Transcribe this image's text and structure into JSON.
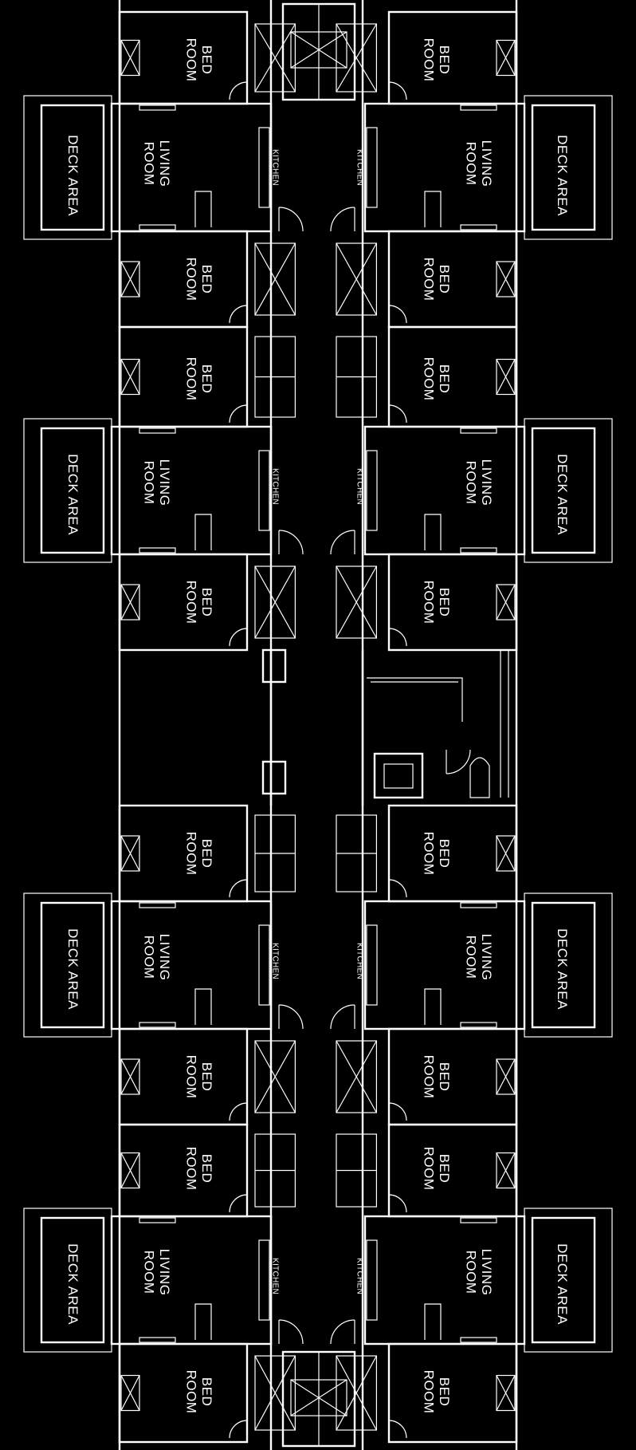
{
  "labels": {
    "bed_room_line1": "BED",
    "bed_room_line2": "ROOM",
    "living_room_line1": "LIVING",
    "living_room_line2": "ROOM",
    "deck_area": "DECK AREA",
    "kitchen": "KITCHEN"
  },
  "colors": {
    "background": "#000000",
    "linework": "#ffffff"
  }
}
